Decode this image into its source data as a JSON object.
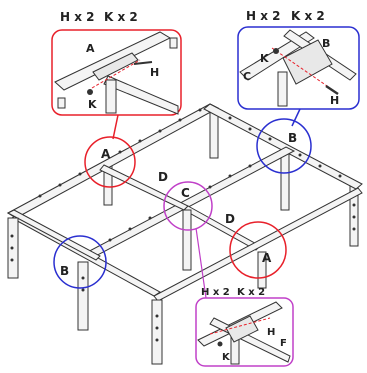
{
  "callouts": {
    "top_left": {
      "qty_h": "H x 2",
      "qty_k": "K x 2",
      "parts": {
        "a": "A",
        "h": "H",
        "k": "K"
      }
    },
    "top_right": {
      "qty_h": "H x 2",
      "qty_k": "K x 2",
      "parts": {
        "b": "B",
        "k": "K",
        "c": "C",
        "h": "H"
      }
    },
    "bottom_right": {
      "qty_h": "H x 2",
      "qty_k": "K x 2",
      "parts": {
        "h": "H",
        "f": "F",
        "k": "K"
      }
    }
  },
  "frame_labels": {
    "a1": "A",
    "a2": "A",
    "b1": "B",
    "b2": "B",
    "c": "C",
    "d1": "D",
    "d2": "D"
  },
  "colors": {
    "red": "#e8202a",
    "blue": "#2a2fd0",
    "magenta": "#c040c8",
    "line": "#333333",
    "fill": "#f4f4f4"
  }
}
